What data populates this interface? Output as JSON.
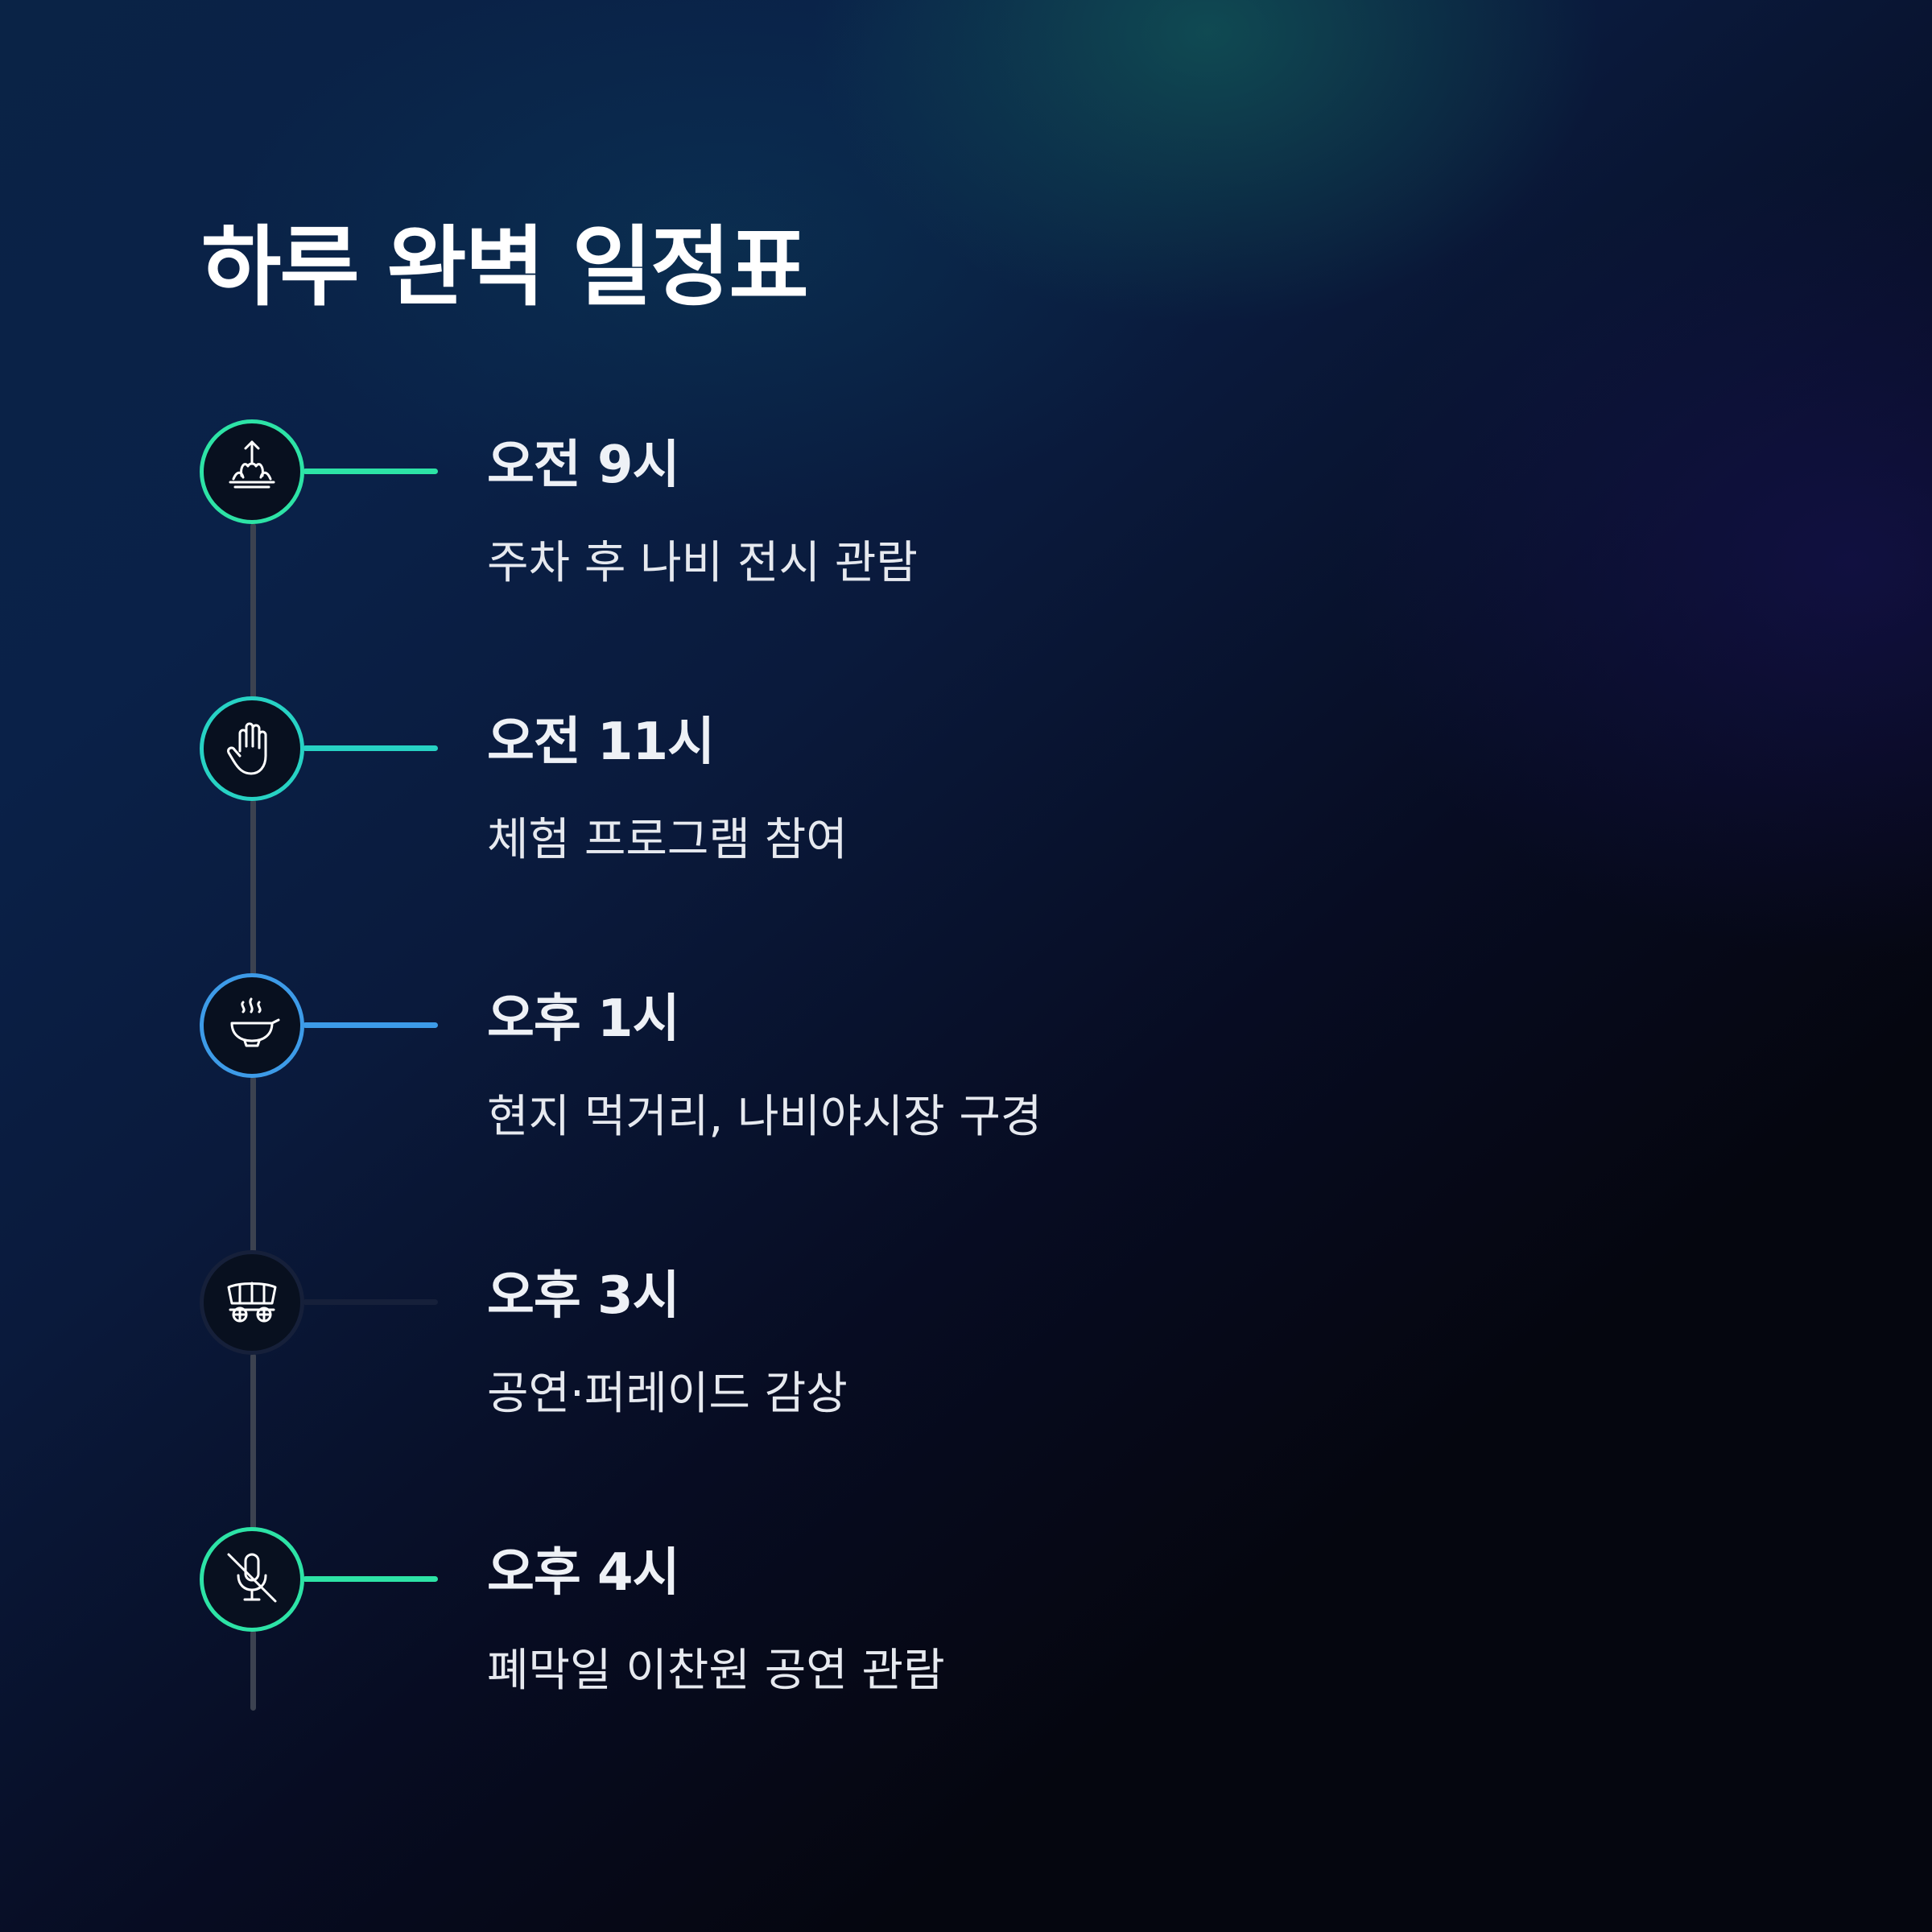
{
  "title": "하루 완벽 일정표",
  "schedule": [
    {
      "time": "오전 9시",
      "description": "주차 후 나비 전시 관람",
      "icon": "butterfly-lotus-icon",
      "accent": "#2de3a6"
    },
    {
      "time": "오전 11시",
      "description": "체험 프로그램 참여",
      "icon": "hand-icon",
      "accent": "#27d2c4"
    },
    {
      "time": "오후 1시",
      "description": "현지 먹거리, 나비야시장 구경",
      "icon": "food-bowl-icon",
      "accent": "#3d9be8"
    },
    {
      "time": "오후 3시",
      "description": "공연·퍼레이드 감상",
      "icon": "wagon-icon",
      "accent": "#16203a"
    },
    {
      "time": "오후 4시",
      "description": "폐막일 이찬원 공연 관람",
      "icon": "mic-off-icon",
      "accent": "#2de3a6"
    }
  ]
}
